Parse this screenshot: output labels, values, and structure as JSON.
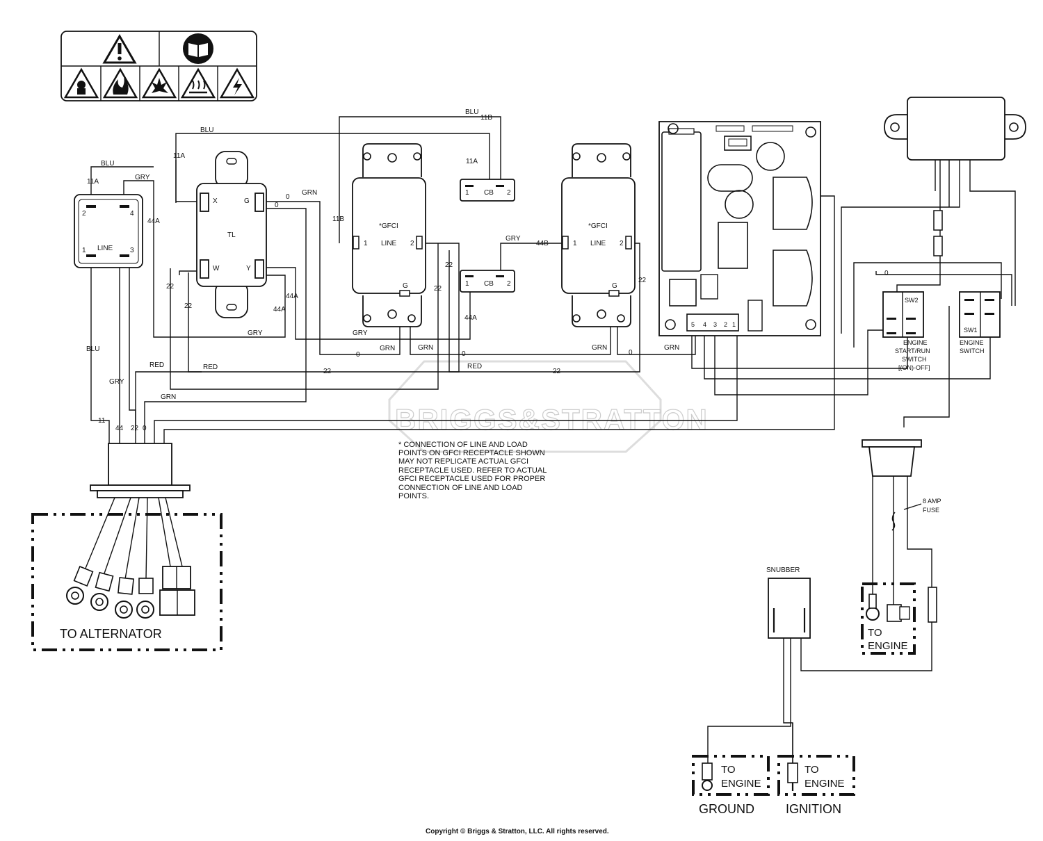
{
  "labels": {
    "tl": "TL",
    "line": "LINE",
    "cb": "CB",
    "gfci": "*GFCI",
    "snubber": "SNUBBER",
    "sw1": "SW1",
    "sw2": "SW2",
    "engine_start_run_switch": [
      "ENGINE",
      "START/RUN",
      "SWITCH",
      "[(ON)-OFF]"
    ],
    "engine_switch": [
      "ENGINE",
      "SWITCH"
    ],
    "fuse": [
      "8 AMP",
      "FUSE"
    ],
    "to_alternator": "TO ALTERNATOR",
    "to_engine": [
      "TO",
      "ENGINE"
    ],
    "ground": "GROUND",
    "ignition": "IGNITION",
    "watermark": "BRIGGS&STRATTON",
    "note": [
      "* CONNECTION OF LINE AND LOAD",
      "POINTS  ON GFCI  RECEPTACLE SHOWN",
      "MAY NOT REPLICATE ACTUAL GFCI",
      "RECEPTACLE USED.  REFER TO ACTUAL",
      "GFCI RECEPTACLE USED FOR PROPER",
      "CONNECTION OF LINE AND LOAD",
      "POINTS."
    ],
    "copyright": "Copyright © Briggs & Stratton, LLC. All rights reserved."
  },
  "terminals": {
    "x": "X",
    "g": "G",
    "w": "W",
    "y": "Y",
    "t1": "1",
    "t2": "2",
    "t3": "3",
    "t4": "4",
    "t5": "5"
  },
  "wires": {
    "blu": "BLU",
    "gry": "GRY",
    "grn": "GRN",
    "red": "RED",
    "w11": "11",
    "w11a": "11A",
    "w11b": "11B",
    "w44": "44",
    "w44a": "44A",
    "w44b": "44B",
    "w22": "22",
    "w0": "0"
  }
}
